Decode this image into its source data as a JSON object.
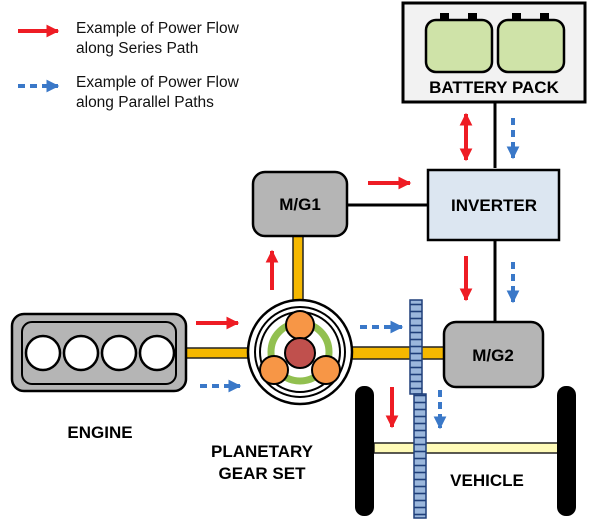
{
  "legend": {
    "series_line1": "Example of Power Flow",
    "series_line2": "along Series Path",
    "parallel_line1": "Example of Power Flow",
    "parallel_line2": "along Parallel Paths"
  },
  "labels": {
    "battery_pack": "BATTERY PACK",
    "inverter": "INVERTER",
    "mg1": "M/G1",
    "mg2": "M/G2",
    "engine": "ENGINE",
    "planetary_line1": "PLANETARY",
    "planetary_line2": "GEAR SET",
    "vehicle": "VEHICLE"
  },
  "colors": {
    "series_arrow": "#ee1c24",
    "parallel_arrow": "#3a78c8",
    "shaft": "#f5b800",
    "box_gray": "#b5b5b5",
    "inverter_fill": "#dce6f1",
    "battery_cell": "#cfe3a8",
    "gear_blue": "#9bb7dc",
    "planet_orange": "#f79646",
    "sun_red": "#c0504d",
    "ring_green": "#92c050",
    "axle_yellow": "#fffbb8"
  }
}
